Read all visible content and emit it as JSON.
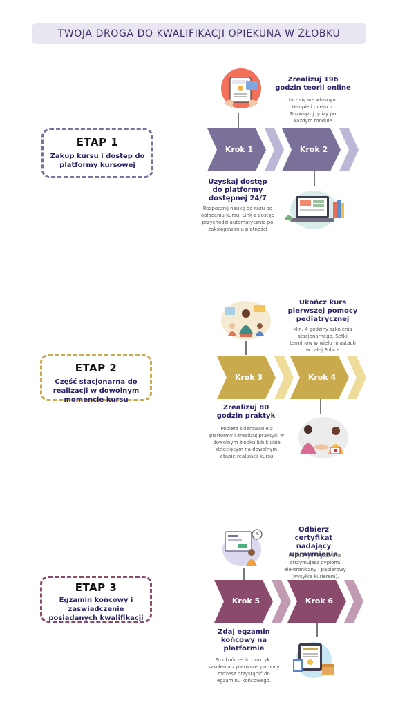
{
  "title": "TWOJA DROGA DO KWALIFIKACJI OPIEKUNA W ŻŁOBKU",
  "colors": {
    "purple": "#7a7099",
    "purpleLight": "#bcb7d6",
    "gold": "#c9ab4d",
    "goldLight": "#eedc9a",
    "plum": "#8a4a6c",
    "plumLight": "#c09bb1"
  },
  "stages": [
    {
      "title": "ETAP 1",
      "subtitle": "Zakup kursu i dostęp do platformy kursowej"
    },
    {
      "title": "ETAP 2",
      "subtitle": "Część stacjonarna do realizacji w dowolnym momencie kursu"
    },
    {
      "title": "ETAP 3",
      "subtitle": "Egzamin końcowy i zaświadczenie posiadanych kwalifikacji"
    }
  ],
  "steps": [
    {
      "label": "Krok 1",
      "title": "Uzyskaj dostęp do platformy dostępnej 24/7",
      "desc": "Rozpocznij naukę od razu po opłaceniu kursu. Link z dostęp przychodzi automatycznie po zaksięgowaniu płatności"
    },
    {
      "label": "Krok 2",
      "title": "Zrealizuj 196 godzin teorii online",
      "desc": "Ucz się we własnym tempie i miejscu. Rozwiązuj quizy po każdym module"
    },
    {
      "label": "Krok 3",
      "title": "Zrealizuj 80 godzin praktyk",
      "desc": "Pobierz skierowanie z platformy i zrealizuj praktyki w dowolnym żłobku lub klubie dziecięcym na dowolnym etapie realizacji kursu"
    },
    {
      "label": "Krok 4",
      "title": "Ukończ kurs pierwszej pomocy pediatrycznej",
      "desc": "Min. 4 godziny szkolenia stacjonarnego. Setki terminów w wielu miastach w całej Polsce"
    },
    {
      "label": "Krok 5",
      "title": "Zdaj egzamin końcowy na platformie",
      "desc": "Po ukończeniu praktyk i szkolenia z pierwszej pomocy możesz przystąpić do egzaminu końcowego."
    },
    {
      "label": "Krok 6",
      "title": "Odbierz certyfikat nadający uprawnienia",
      "desc": "Po zdanym egzaminie otrzymujesz dyplom: elektroniczny i papierowy (wysyłka kurierem)."
    }
  ],
  "icons": [
    "tablet-welcome-illustration",
    "laptop-study-illustration",
    "teacher-children-illustration",
    "first-aid-training-illustration",
    "online-exam-illustration",
    "certificate-delivery-illustration"
  ]
}
